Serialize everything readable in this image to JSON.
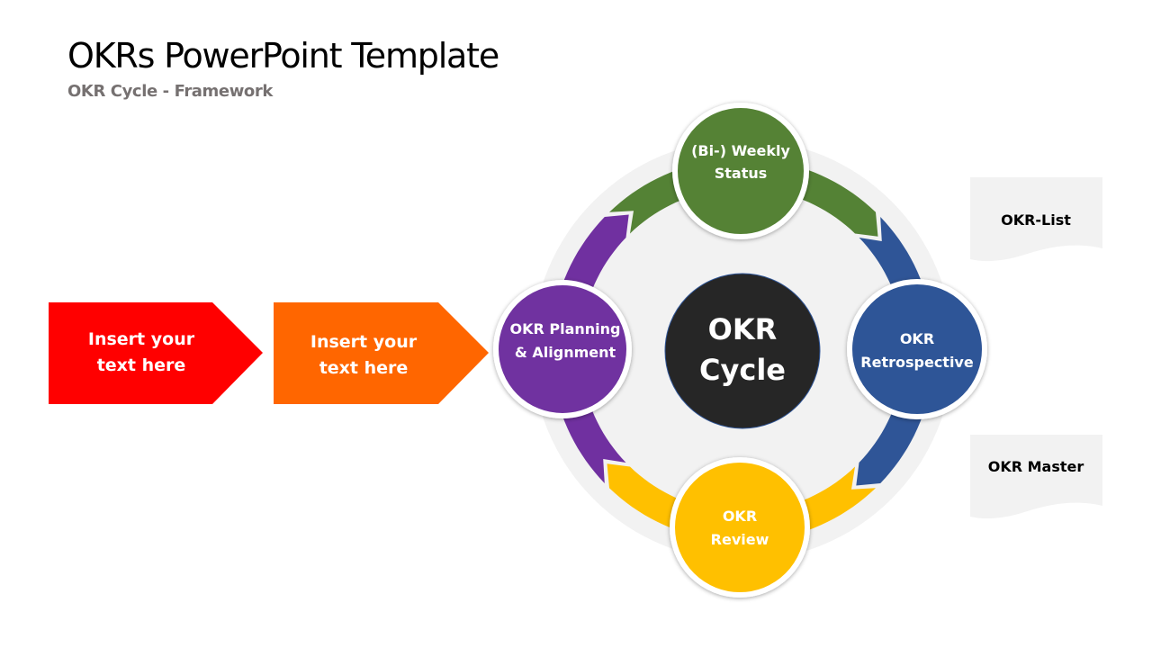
{
  "slide": {
    "title": "OKRs PowerPoint Template",
    "subtitle": "OKR Cycle - Framework"
  },
  "input_arrows": [
    {
      "line1": "Insert your",
      "line2": "text here",
      "color": "#FF0000"
    },
    {
      "line1": "Insert your",
      "line2": "text here",
      "color": "#FF6600"
    }
  ],
  "cycle": {
    "center": {
      "line1": "OKR",
      "line2": "Cycle",
      "color": "#262626"
    },
    "background_color": "#F2F2F2",
    "stages": [
      {
        "id": "weekly-status",
        "line1": "(Bi-) Weekly",
        "line2": "Status",
        "color": "#548235",
        "position": "top"
      },
      {
        "id": "retrospective",
        "line1": "OKR",
        "line2": "Retrospective",
        "color": "#2F5597",
        "position": "right"
      },
      {
        "id": "review",
        "line1": "OKR",
        "line2": "Review",
        "color": "#FFC000",
        "position": "bottom"
      },
      {
        "id": "planning",
        "line1": "OKR Planning",
        "line2": "& Alignment",
        "color": "#7030A0",
        "position": "left"
      }
    ]
  },
  "documents": [
    {
      "label": "OKR-List",
      "color": "#F2F2F2"
    },
    {
      "label": "OKR Master",
      "color": "#F2F2F2"
    }
  ]
}
